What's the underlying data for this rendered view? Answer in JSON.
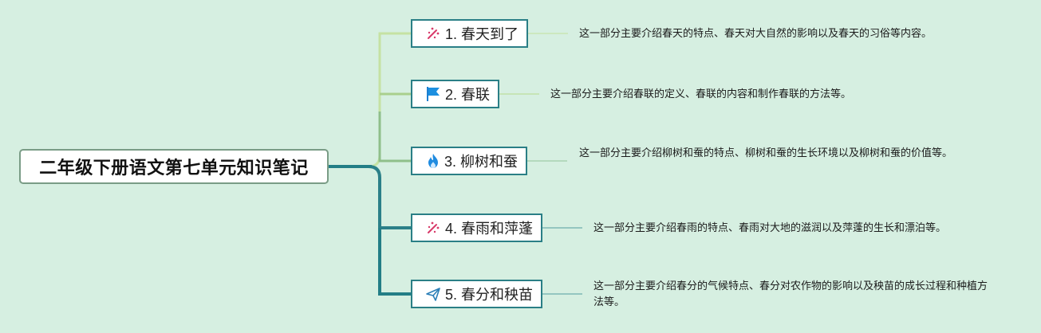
{
  "root": {
    "title": "二年级下册语文第七单元知识笔记"
  },
  "colors": {
    "background": "#d6efe1",
    "branch_top": "#bcdd9a",
    "branch_mid": "#a3c98a",
    "branch_main": "#237e86",
    "node_border": "#2a7f86"
  },
  "topics": [
    {
      "label": "1. 春天到了",
      "icon": "sparkle-icon",
      "desc": "这一部分主要介绍春天的特点、春天对大自然的影响以及春天的习俗等内容。"
    },
    {
      "label": "2. 春联",
      "icon": "flag-icon",
      "desc": "这一部分主要介绍春联的定义、春联的内容和制作春联的方法等。"
    },
    {
      "label": "3. 柳树和蚕",
      "icon": "flame-icon",
      "desc": "这一部分主要介绍柳树和蚕的特点、柳树和蚕的生长环境以及柳树和蚕的价值等。"
    },
    {
      "label": "4. 春雨和萍蓬",
      "icon": "sparkle-icon",
      "desc": "这一部分主要介绍春雨的特点、春雨对大地的滋润以及萍蓬的生长和漂泊等。"
    },
    {
      "label": "5. 春分和秧苗",
      "icon": "paper-plane-icon",
      "desc": "这一部分主要介绍春分的气候特点、春分对农作物的影响以及秧苗的成长过程和种植方法等。"
    }
  ]
}
